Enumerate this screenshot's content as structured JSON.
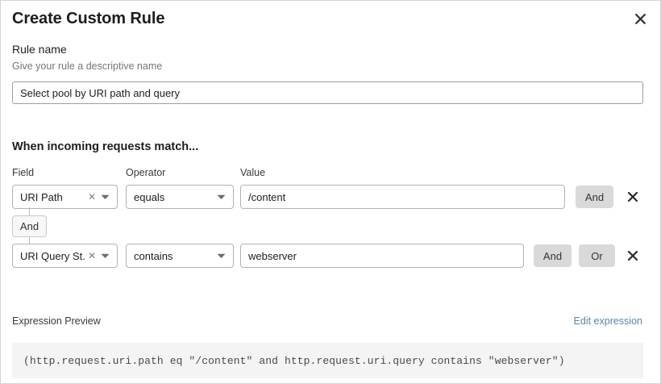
{
  "dialog": {
    "title": "Create Custom Rule",
    "close_icon": "close-icon"
  },
  "rule_name": {
    "label": "Rule name",
    "help": "Give your rule a descriptive name",
    "value": "Select pool by URI path and query",
    "placeholder": "Select pool by URI path and query"
  },
  "match": {
    "heading": "When incoming requests match...",
    "columns": {
      "field": "Field",
      "operator": "Operator",
      "value": "Value"
    },
    "connector_chip": "And",
    "rows": [
      {
        "field": "URI Path",
        "operator": "equals",
        "value": "/content",
        "and_label": "And",
        "delete_icon": "close-icon"
      },
      {
        "field": "URI Query St...",
        "operator": "contains",
        "value": "webserver",
        "and_label": "And",
        "or_label": "Or",
        "delete_icon": "close-icon"
      }
    ]
  },
  "preview": {
    "label": "Expression Preview",
    "edit_link": "Edit expression",
    "expression": "(http.request.uri.path eq \"/content\" and http.request.uri.query contains \"webserver\")"
  },
  "colors": {
    "link": "#5588ab",
    "button_bg": "#d9d9d9",
    "preview_bg": "#f4f4f4",
    "border": "#b3b3b3"
  }
}
